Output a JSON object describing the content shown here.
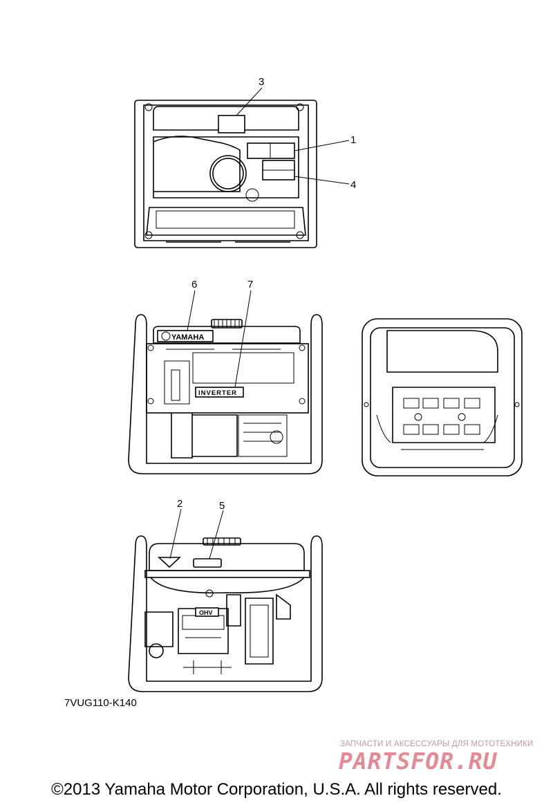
{
  "callouts": {
    "c1": "1",
    "c2": "2",
    "c3": "3",
    "c4": "4",
    "c5": "5",
    "c6": "6",
    "c7": "7"
  },
  "labels": {
    "brand": "YAMAHA",
    "inverter": "INVERTER",
    "ohv": "OHV"
  },
  "diagram_code": "7VUG110-K140",
  "watermark": {
    "tagline": "ЗАПЧАСТИ И АКСЕССУАРЫ ДЛЯ МОТОТЕХНИКИ",
    "logo": "PARTSFOR.RU"
  },
  "copyright": "©2013 Yamaha Motor Corporation, U.S.A. All rights reserved."
}
